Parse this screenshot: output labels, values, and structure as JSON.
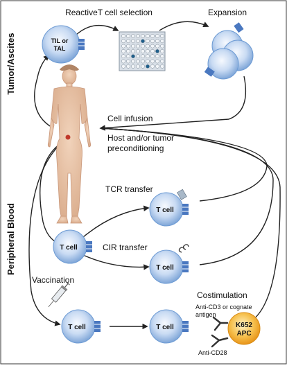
{
  "sections": {
    "tumor": "Tumor/Ascites",
    "blood": "Peripheral Blood"
  },
  "steps": {
    "selection": "ReactiveT cell selection",
    "expansion": "Expansion",
    "infusion": "Cell infusion",
    "preconditioning_line1": "Host and/or tumor",
    "preconditioning_line2": "preconditioning",
    "tcr": "TCR transfer",
    "cir": "CIR transfer",
    "vaccination": "Vaccination",
    "costimulation": "Costimulation"
  },
  "cells": {
    "til_line1": "TIL or",
    "til_line2": "TAL",
    "tcell": "T cell",
    "apc_line1": "K652",
    "apc_line2": "APC"
  },
  "annotations": {
    "anti_cd3_line1": "Anti-CD3 or cognate",
    "anti_cd3_line2": "antigen",
    "anti_cd28": "Anti-CD28"
  },
  "colors": {
    "cell_blue": "#6d9bd4",
    "cell_light": "#e4eefa",
    "apc_orange": "#f2a21b",
    "body_skin": "#e8c4a8",
    "tumor_red": "#c0392b",
    "receptor_blue": "#4a78c0"
  }
}
